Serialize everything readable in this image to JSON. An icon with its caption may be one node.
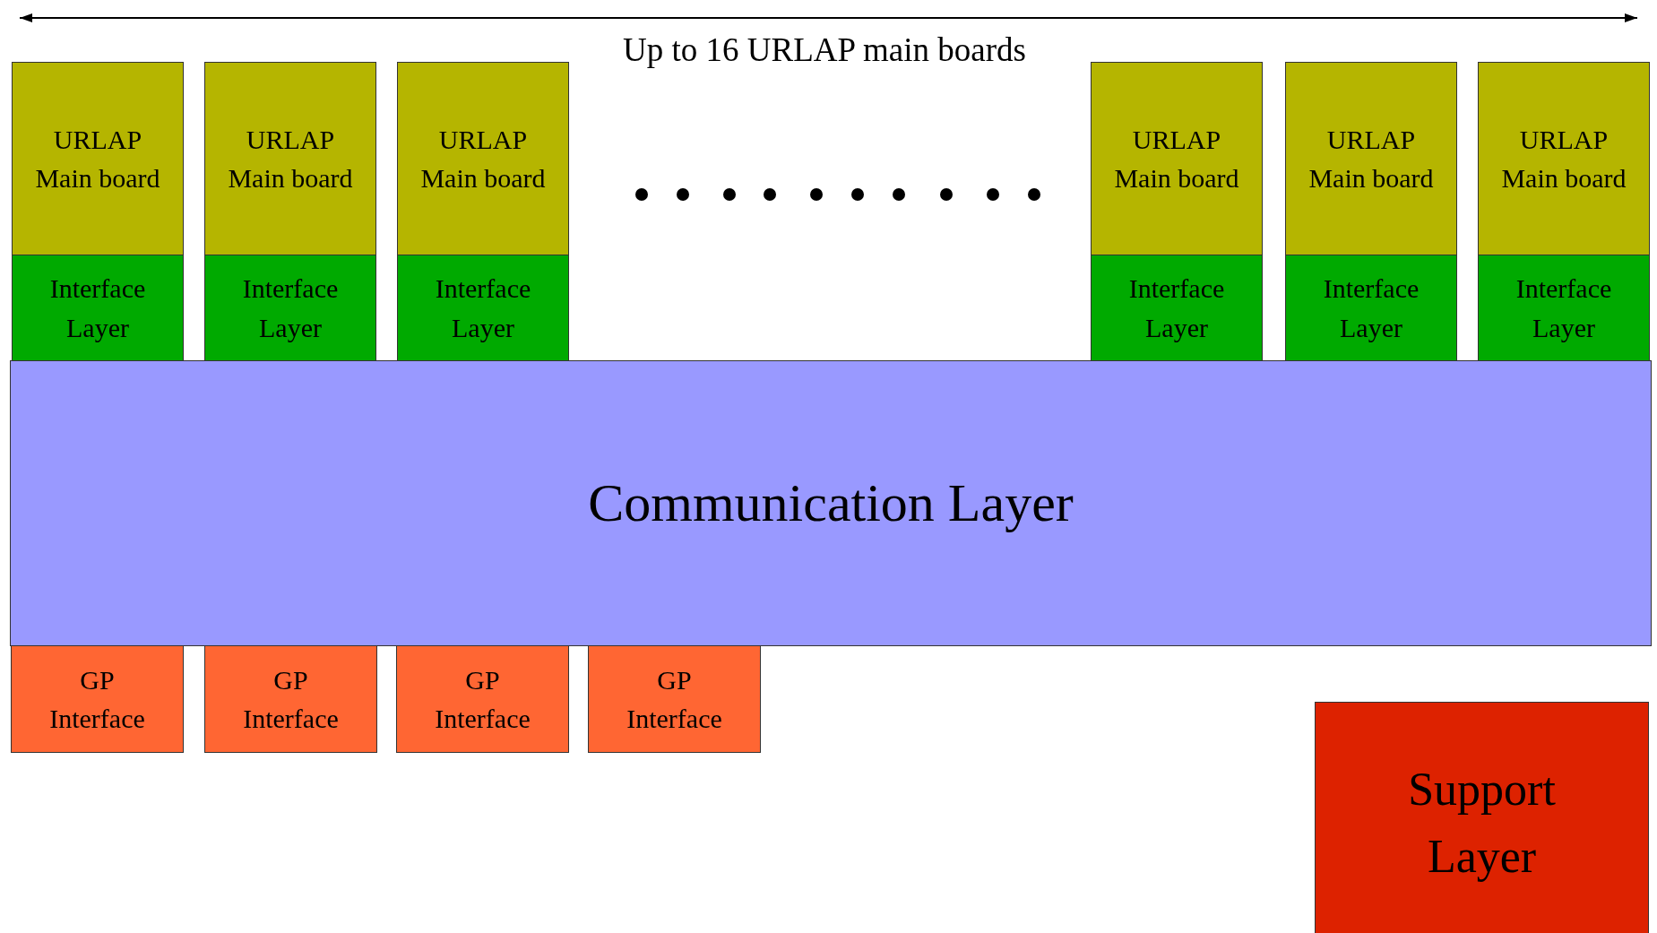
{
  "diagram": {
    "nodes": [
      {
        "text": [
          "URLAP Main board"
        ]
      },
      {
        "text": [
          "URLAP Main board"
        ]
      },
      {
        "text": [
          "URLAP Main board"
        ]
      },
      {
        "text": [
          "URLAP Main board"
        ]
      },
      {
        "text": [
          "URLAP Main board"
        ]
      },
      {
        "text": [
          "URLAP Main board"
        ]
      },
      {
        "text": [
          "Interface Layer"
        ]
      },
      {
        "text": [
          "Interface Layer"
        ]
      },
      {
        "text": [
          "Interface Layer"
        ]
      },
      {
        "text": [
          "Interface Layer"
        ]
      },
      {
        "text": [
          "Interface Layer"
        ]
      },
      {
        "text": [
          "Interface Layer"
        ]
      },
      {
        "text": [
          "Communication Layer"
        ]
      },
      {
        "text": [
          "GP Interface"
        ]
      },
      {
        "text": [
          "GP Interface"
        ]
      },
      {
        "text": [
          "GP Interface"
        ]
      },
      {
        "text": [
          "GP Interface"
        ]
      },
      {
        "text": [
          "Support Layer"
        ]
      }
    ],
    "labels": [
      "Up to 16 URLAP main boards"
    ]
  }
}
